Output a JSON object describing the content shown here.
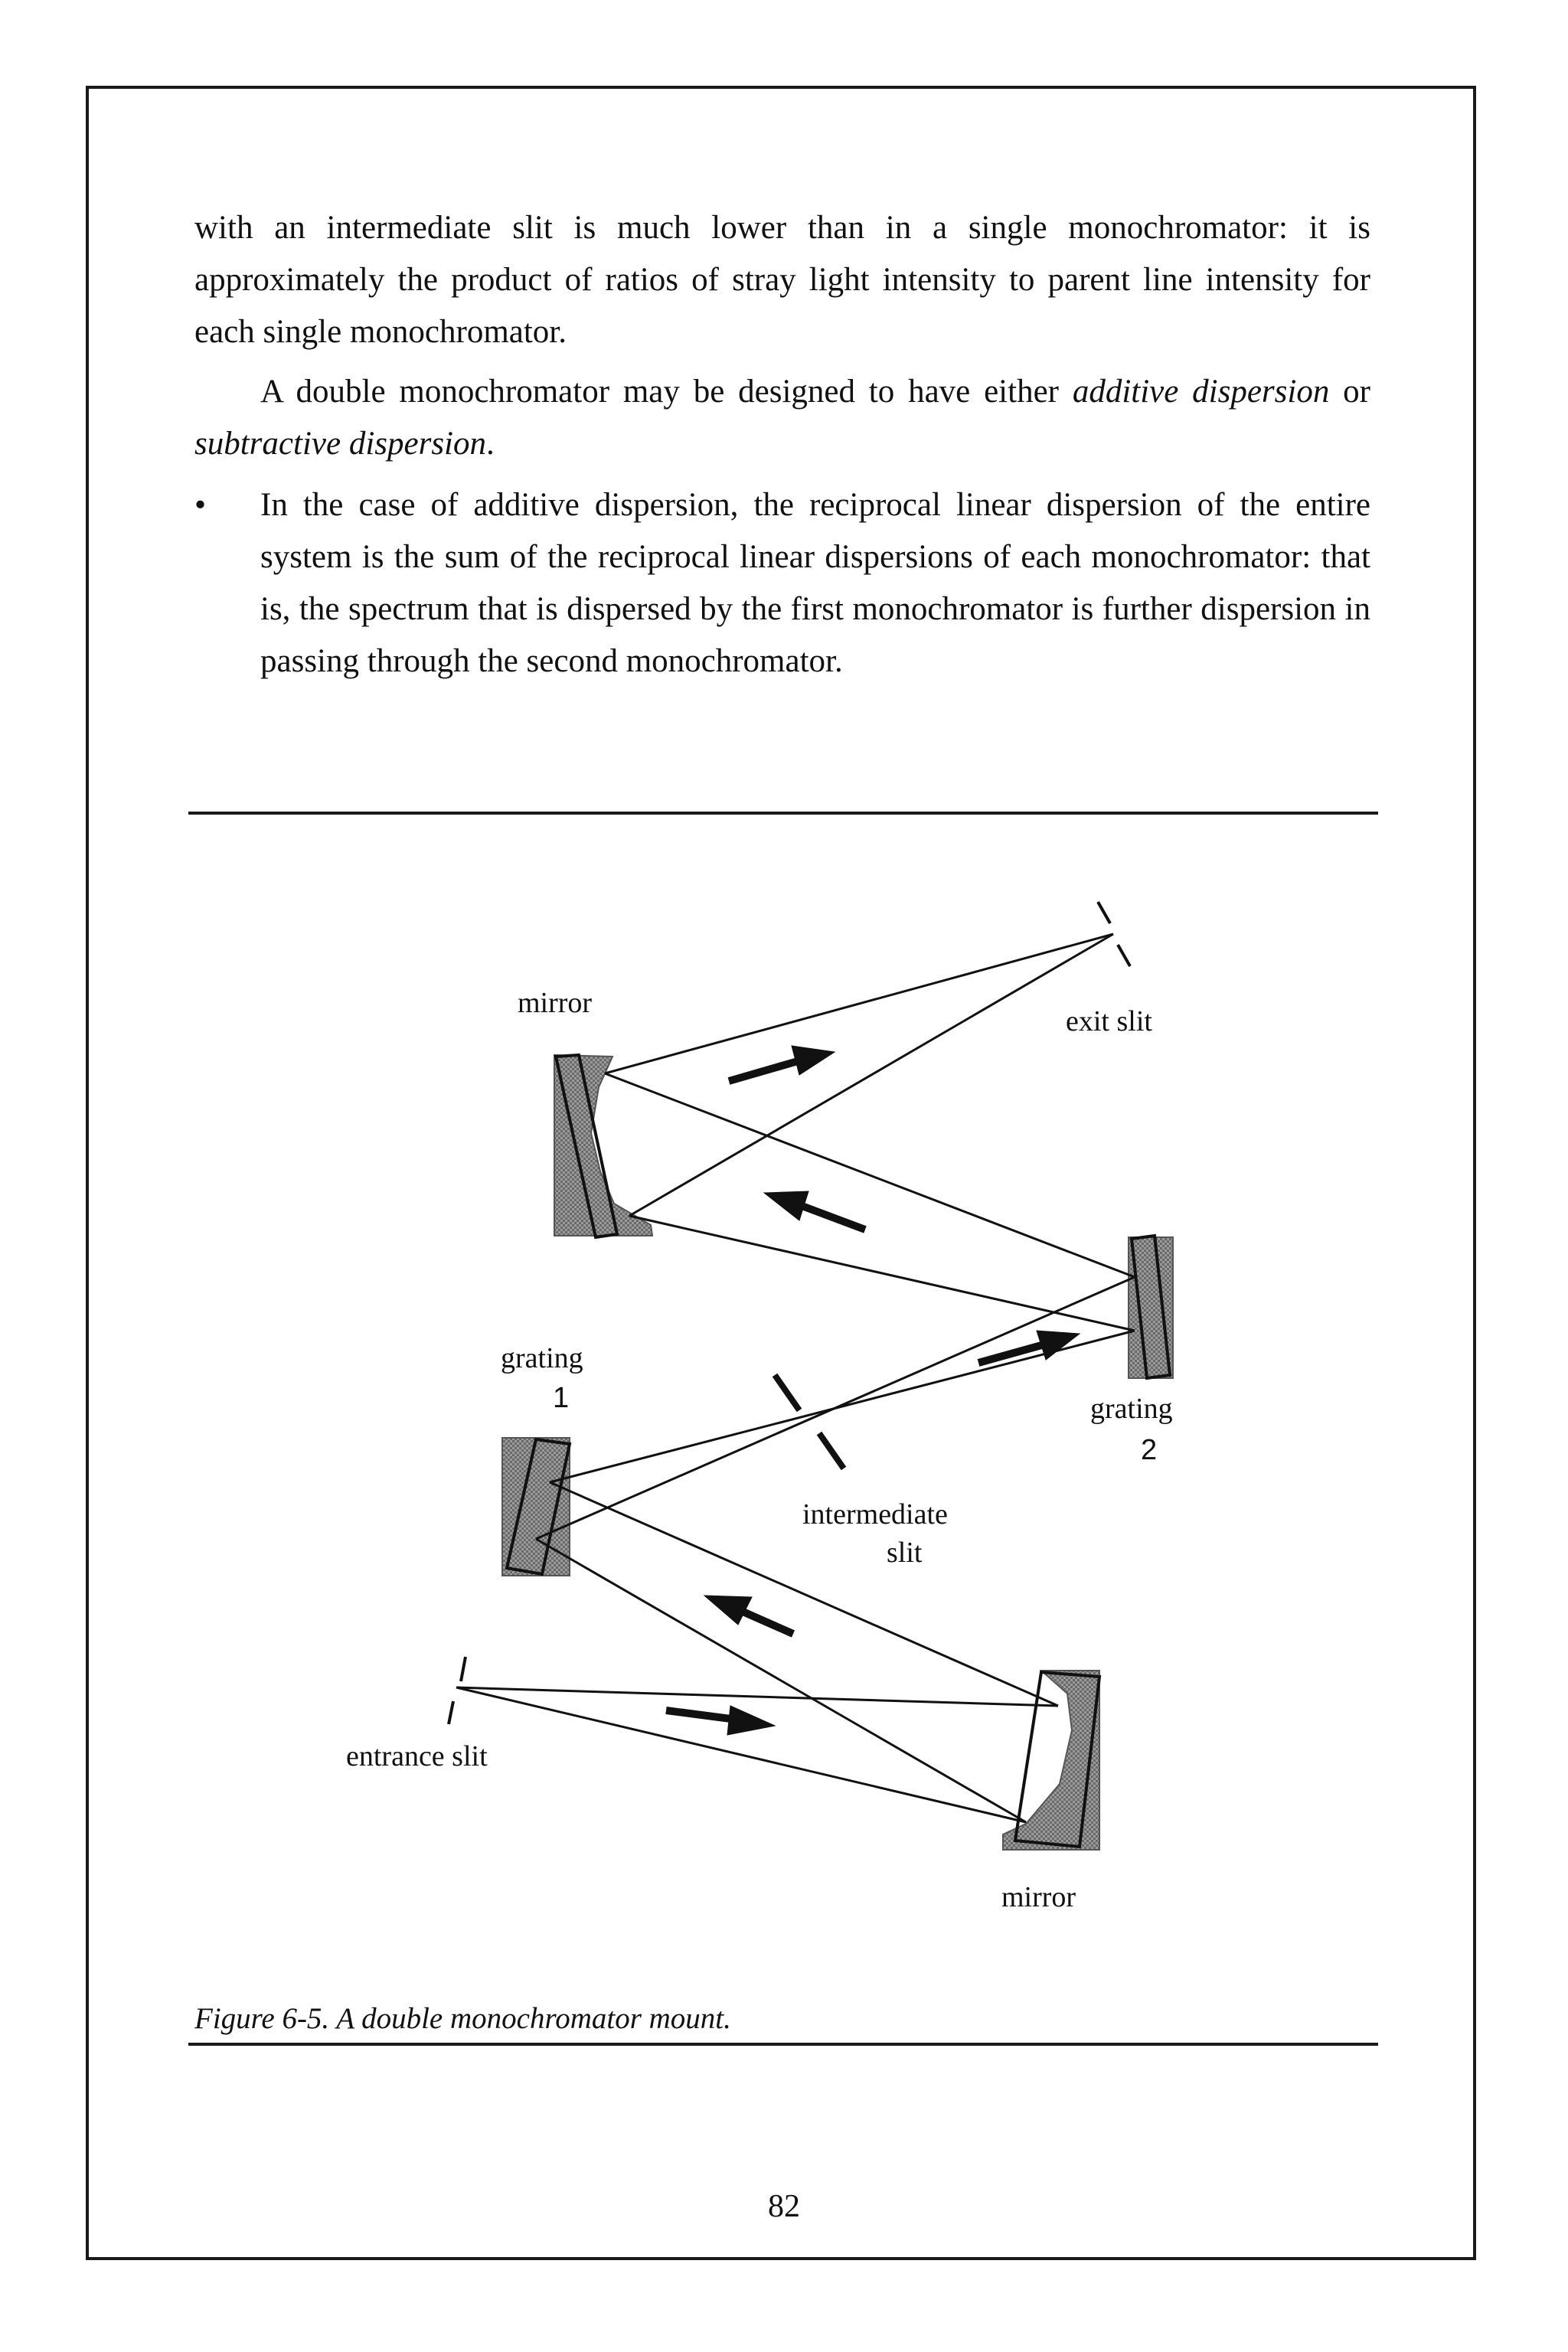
{
  "paragraphs": {
    "p1": "with an intermediate slit is much lower than in a single monochromator: it is approximately the product of ratios of stray light intensity to parent line intensity for each single monochromator.",
    "p2_start": "A double monochromator may be designed to have either ",
    "p2_term1": "additive dispersion",
    "p2_mid": " or ",
    "p2_term2": "subtractive dispersion",
    "p2_end": ".",
    "bullet_symbol": "•",
    "bullet1": "In the case of additive dispersion, the reciprocal linear dispersion of the entire system is the sum of the reciprocal linear dispersions of each monochromator: that is, the spectrum that is dispersed by the first monochromator is further dispersion in passing through the second monochromator."
  },
  "figure": {
    "labels": {
      "mirror_top": "mirror",
      "exit_slit": "exit slit",
      "grating1_word": "grating",
      "grating1_num": "1",
      "grating2_word": "grating",
      "grating2_num": "2",
      "intermediate_line1": "intermediate",
      "intermediate_line2": "slit",
      "entrance_slit": "entrance slit",
      "mirror_bottom": "mirror"
    },
    "caption": "Figure 6-5.  A double monochromator mount."
  },
  "page_number": "82"
}
